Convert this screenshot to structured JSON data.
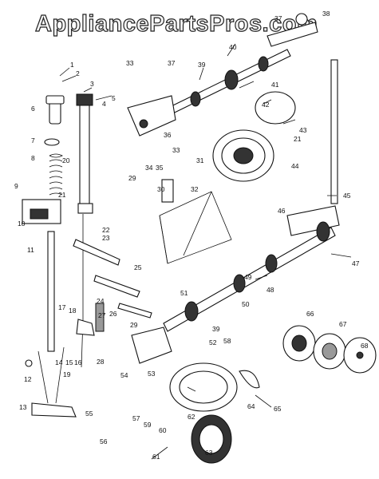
{
  "watermark": "AppliancePartsPros.com",
  "part_labels": [
    "1",
    "2",
    "3",
    "4",
    "5",
    "6",
    "7",
    "8",
    "9",
    "10",
    "11",
    "12",
    "13",
    "14",
    "15",
    "16",
    "17",
    "18",
    "19",
    "20",
    "21",
    "21",
    "22",
    "23",
    "24",
    "25",
    "26",
    "27",
    "28",
    "29",
    "29",
    "30",
    "31",
    "32",
    "33",
    "33",
    "34",
    "35",
    "36",
    "37",
    "37",
    "38",
    "39",
    "39",
    "40",
    "41",
    "42",
    "43",
    "44",
    "45",
    "46",
    "47",
    "48",
    "49",
    "50",
    "51",
    "52",
    "53",
    "54",
    "55",
    "56",
    "57",
    "58",
    "59",
    "60",
    "61",
    "62",
    "63",
    "64",
    "65",
    "66",
    "67",
    "68"
  ],
  "icons": [
    "needle-bar-part",
    "presser-bar-part",
    "arm-shaft-part",
    "hand-wheel-part",
    "hook-assembly-part",
    "bobbin-case-part"
  ]
}
